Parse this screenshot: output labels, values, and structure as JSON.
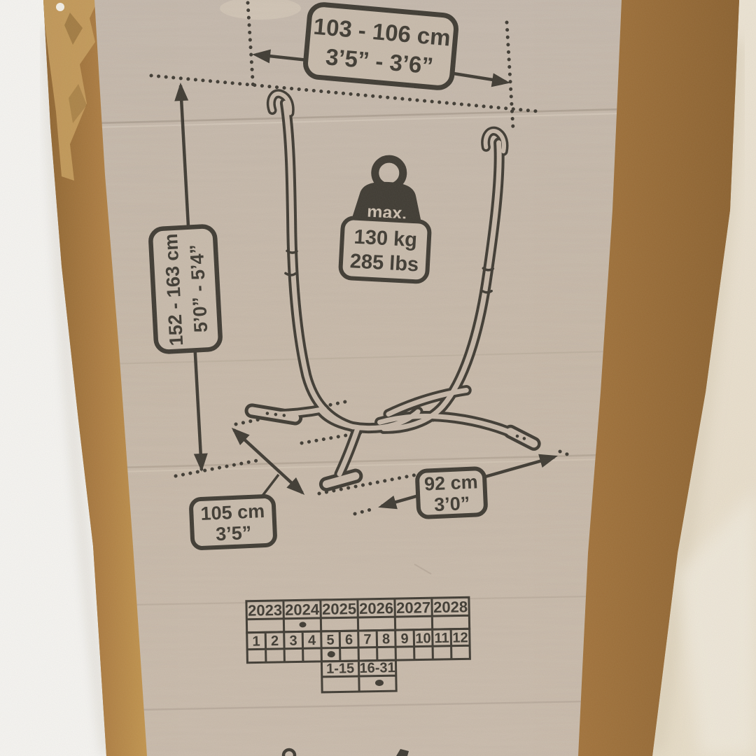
{
  "colors": {
    "ink": "#35322b",
    "paper": "#c8bbac",
    "cardboard": "#a1743c",
    "cardboard_gold": "#c79d5d",
    "wall_left": "#f6f5f2",
    "wall_right": "#ebe3d2"
  },
  "dimension_labels": {
    "width_top": {
      "metric": "103 - 106 cm",
      "imperial": "3’5” - 3’6”"
    },
    "height_side": {
      "metric": "152 - 163 cm",
      "imperial": "5’0” - 5’4”"
    },
    "depth_base": {
      "metric": "105 cm",
      "imperial": "3’5”"
    },
    "width_base": {
      "metric": "92 cm",
      "imperial": "3’0”"
    }
  },
  "weight_limit": {
    "label": "max.",
    "metric": "130 kg",
    "imperial": "285 lbs"
  },
  "date_grid": {
    "years": [
      "2023",
      "2024",
      "2025",
      "2026",
      "2027",
      "2028"
    ],
    "months": [
      "1",
      "2",
      "3",
      "4",
      "5",
      "6",
      "7",
      "8",
      "9",
      "10",
      "11",
      "12"
    ],
    "day_ranges": [
      "1-15",
      "16-31"
    ],
    "marks": {
      "year": "2024",
      "month": "5",
      "day_range": "16-31"
    }
  }
}
